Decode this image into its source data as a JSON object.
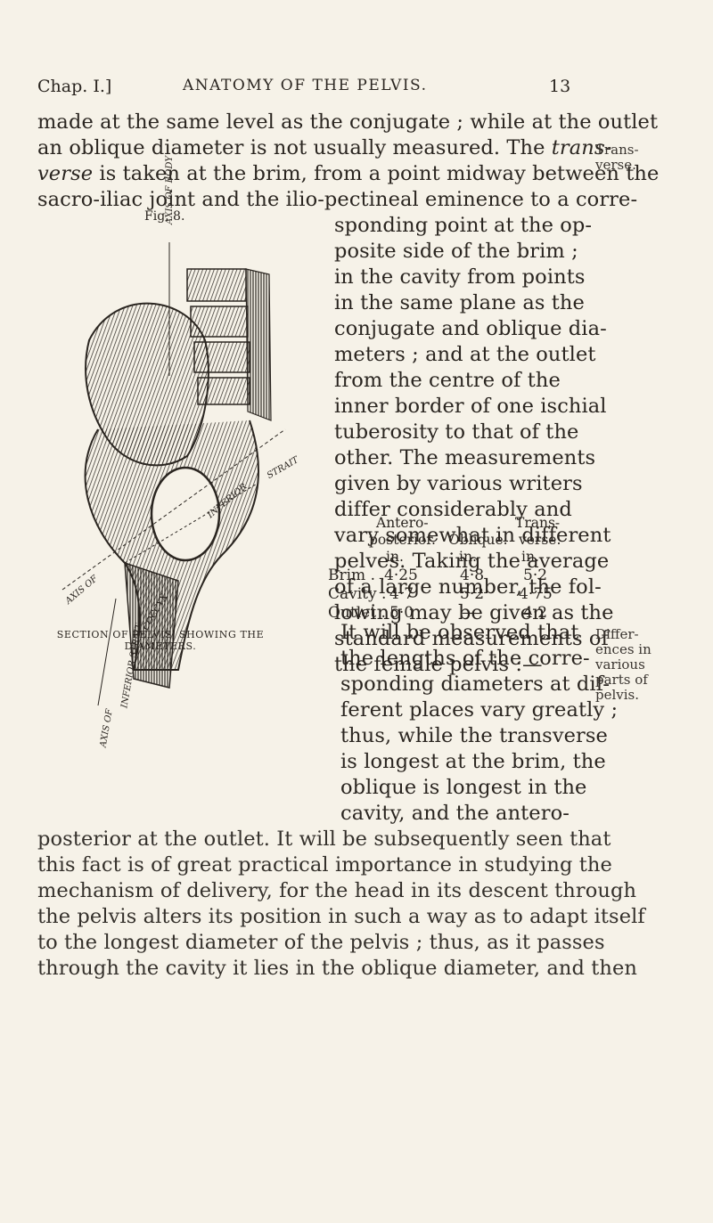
{
  "running_head": {
    "chapter": "Chap. I.]",
    "title": "ANATOMY OF THE PELVIS.",
    "page_number": "13"
  },
  "side_notes": {
    "transverse": [
      "Trans-",
      "verse."
    ],
    "differences": [
      "Differ-",
      "ences in",
      "various",
      "parts of",
      "pelvis."
    ]
  },
  "figure": {
    "label": "Fig. 8.",
    "caption": [
      "SECTION OF PELVIS, SHOWING THE",
      "DIAMETERS."
    ],
    "labels": {
      "axis_top": "AXIS OF BODY",
      "strait_right": "STRAIT",
      "inferior": "INFERIOR",
      "coccyx": "COCCYX",
      "axis_left": "AXIS OF",
      "inf_strait": "INFERIOR STRAIT",
      "axis_bottom": "AXIS OF"
    }
  },
  "text": {
    "top_lines": [
      "made at the same level as the conjugate ; while at the outlet",
      "an oblique diameter is not usually measured.  The"
    ],
    "trans_italic": "trans-",
    "verse_italic": "verse",
    "line3_rest": " is taken at the brim, from a point midway between the",
    "line4": "sacro-iliac joint and the ilio-pectineal eminence to a corre-",
    "narrow_lines": [
      "sponding point at the op-",
      "posite side of the brim ;",
      "in the cavity from points",
      "in the same plane as the",
      "conjugate and oblique dia-",
      "meters ; and at the outlet",
      "from the centre of the",
      "inner border of one ischial",
      "tuberosity to that of the",
      "other.  The measurements",
      "given by various writers",
      "differ considerably and",
      "vary somewhat in different",
      "pelves.  Taking the average",
      "of a large number, the fol-",
      "lowing may be given as the",
      "standard measurements of",
      "the female pelvis :—"
    ],
    "after_table_lines": [
      "It will be observed that",
      "the lengths of the corre-",
      "sponding diameters at dif-",
      "ferent places vary greatly ;",
      "thus, while the transverse",
      "is longest at the brim, the",
      "oblique is longest in the",
      "cavity, and the antero-"
    ],
    "full_lines": [
      "posterior at the outlet.  It will be subsequently seen that",
      "this fact is of great practical importance in studying the",
      "mechanism of delivery, for the head in its descent through",
      "the pelvis alters its position in such a way as to adapt itself",
      "to the longest diameter of the pelvis ; thus, as it passes",
      "through the cavity it lies in the oblique diameter, and then"
    ]
  },
  "table": {
    "headers": [
      [
        "Antero-",
        "posterior."
      ],
      [
        "Oblique."
      ],
      [
        "Trans-",
        "verse."
      ]
    ],
    "units": [
      "in.",
      "in.",
      "in."
    ],
    "rows": [
      {
        "label": "Brim . .",
        "values": [
          "4·25",
          "4·8",
          "5·2"
        ]
      },
      {
        "label": "Cavity  .",
        "values": [
          "4·7",
          "5·2",
          "4·75"
        ]
      },
      {
        "label": "Outlet . .",
        "values": [
          "5·0",
          "—",
          "4·2"
        ]
      }
    ]
  },
  "colors": {
    "paper": "#f6f2e8",
    "ink": "#2a2520"
  }
}
